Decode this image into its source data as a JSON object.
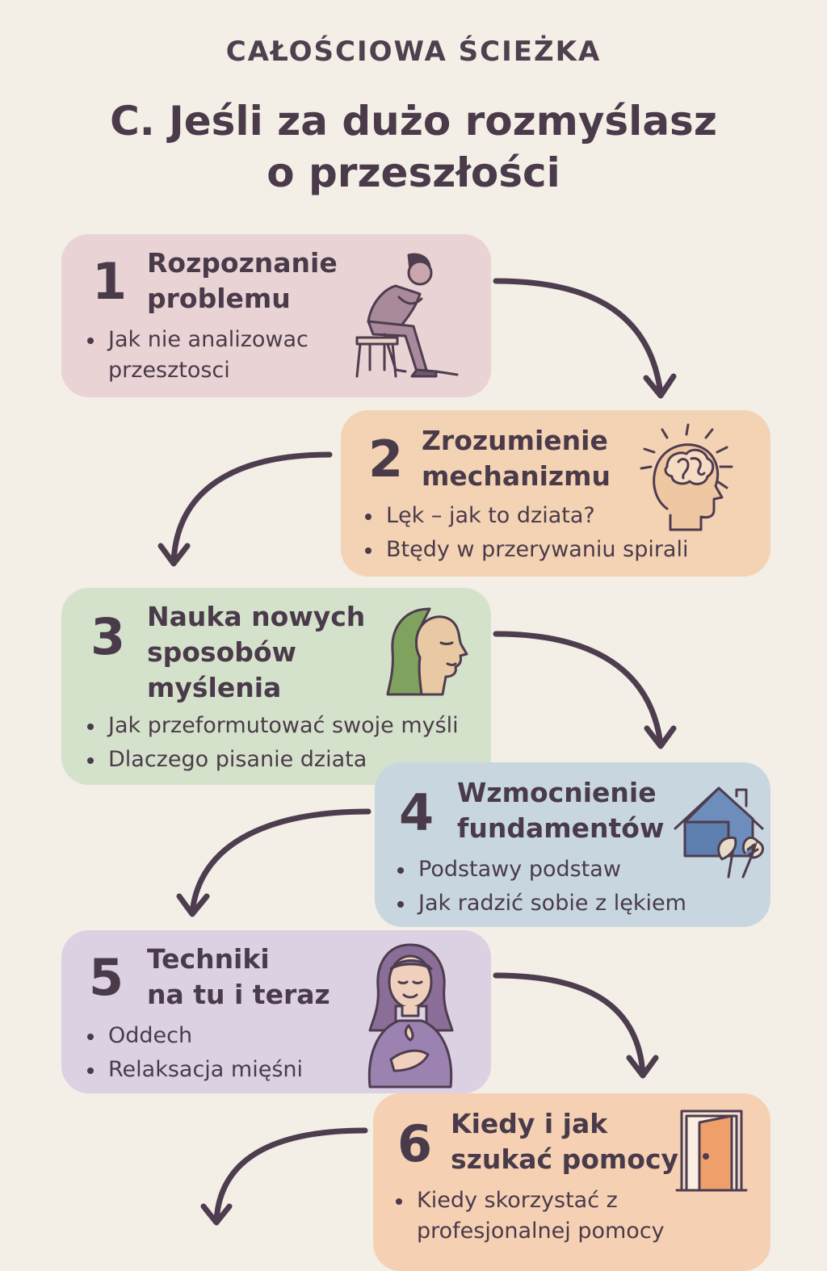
{
  "header": {
    "kicker": "CAŁOŚCIOWA ŚCIEŻKA",
    "title": "C. Jeśli za dużo rozmyślasz\no przeszłości"
  },
  "steps": [
    {
      "number": "1",
      "title": "Rozpoznanie\nproblemu",
      "bullets": [
        "Jak nie analizowac\nprzesztosci"
      ],
      "color": "#e9d3d4",
      "icon": "sitting-person-icon"
    },
    {
      "number": "2",
      "title": "Zrozumienie\nmechanizmu",
      "bullets": [
        "Lęk – jak to dziata?",
        "Btędy w przerywaniu spirali"
      ],
      "color": "#f4d2b4",
      "icon": "head-brain-icon"
    },
    {
      "number": "3",
      "title": "Nauka nowych\nsposobów\nmyślenia",
      "bullets": [
        "Jak przeformutować swoje myśli",
        "Dlaczego pisanie dziata"
      ],
      "color": "#d5e2cb",
      "icon": "calm-face-profile-icon"
    },
    {
      "number": "4",
      "title": "Wzmocnienie\nfundamentów",
      "bullets": [
        "Podstawy podstaw",
        "Jak radzić sobie z lękiem"
      ],
      "color": "#c8d7df",
      "icon": "house-plants-icon"
    },
    {
      "number": "5",
      "title": "Techniki\nna tu i teraz",
      "bullets": [
        "Oddech",
        "Relaksacja mięśni"
      ],
      "color": "#dcd0e3",
      "icon": "breathing-woman-icon"
    },
    {
      "number": "6",
      "title": "Kiedy i jak\nszukać pomocy",
      "bullets": [
        "Kiedy skorzystać z\nprofesjonalnej pomocy"
      ],
      "color": "#f5d0b3",
      "icon": "open-door-icon"
    }
  ],
  "colors": {
    "background": "#f3eee6",
    "text": "#4a3b4a",
    "arrow": "#4d3d4f"
  }
}
